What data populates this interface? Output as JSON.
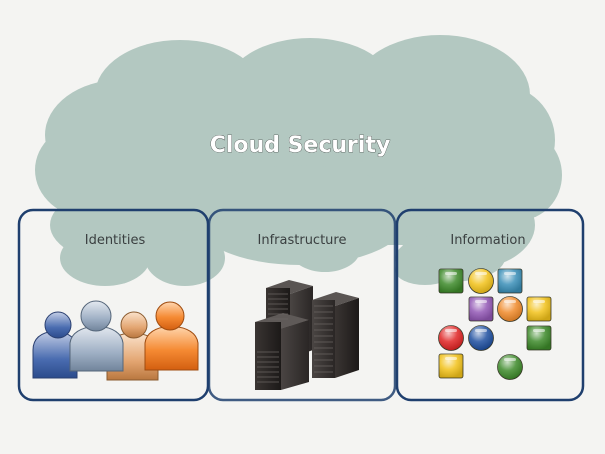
{
  "diagram": {
    "title": "Cloud Security",
    "panels": [
      {
        "label": "Identities",
        "icon": "people-group-icon"
      },
      {
        "label": "Infrastructure",
        "icon": "server-racks-icon"
      },
      {
        "label": "Information",
        "icon": "data-blocks-icon"
      }
    ]
  },
  "colors": {
    "background": "#f4f4f2",
    "cloud": "#b3c8c1",
    "panel_border": "#1f3f6e",
    "title_fill": "#ffffff",
    "label_text": "#3a3f40",
    "people": [
      "#3f62a6",
      "#98a9bd",
      "#e2a36f",
      "#f07a28"
    ],
    "info_blocks": {
      "green": "#3d8a2a",
      "yellow": "#f2c21a",
      "blue": "#3a8fb8",
      "purple": "#9257b5",
      "orange": "#f08a2a",
      "red": "#e02424",
      "navy": "#1e4fa0"
    }
  }
}
